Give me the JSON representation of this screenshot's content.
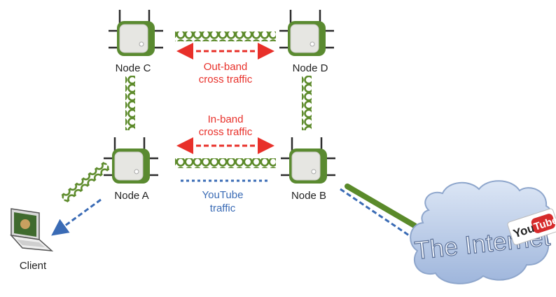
{
  "nodes": {
    "c": {
      "label": "Node C"
    },
    "d": {
      "label": "Node D"
    },
    "a": {
      "label": "Node A"
    },
    "b": {
      "label": "Node B"
    }
  },
  "client": {
    "label": "Client"
  },
  "labels": {
    "outband_line1": "Out-band",
    "outband_line2": "cross traffic",
    "inband_line1": "In-band",
    "inband_line2": "cross traffic",
    "youtube_line1": "YouTube",
    "youtube_line2": "traffic"
  },
  "internet": {
    "text": "The Internet",
    "logo_you": "You",
    "logo_tube": "Tube"
  },
  "colors": {
    "cross_traffic": "#e8302a",
    "youtube_traffic": "#3a6bb5",
    "wireless_link": "#5c8a2a",
    "wired_link": "#5a8a2a",
    "node_body": "#5a8a30",
    "cloud": "#b7c9e6"
  },
  "icons": {
    "node": "wireless-router-icon",
    "client": "laptop-icon",
    "internet": "cloud-icon",
    "youtube": "youtube-logo-icon"
  }
}
